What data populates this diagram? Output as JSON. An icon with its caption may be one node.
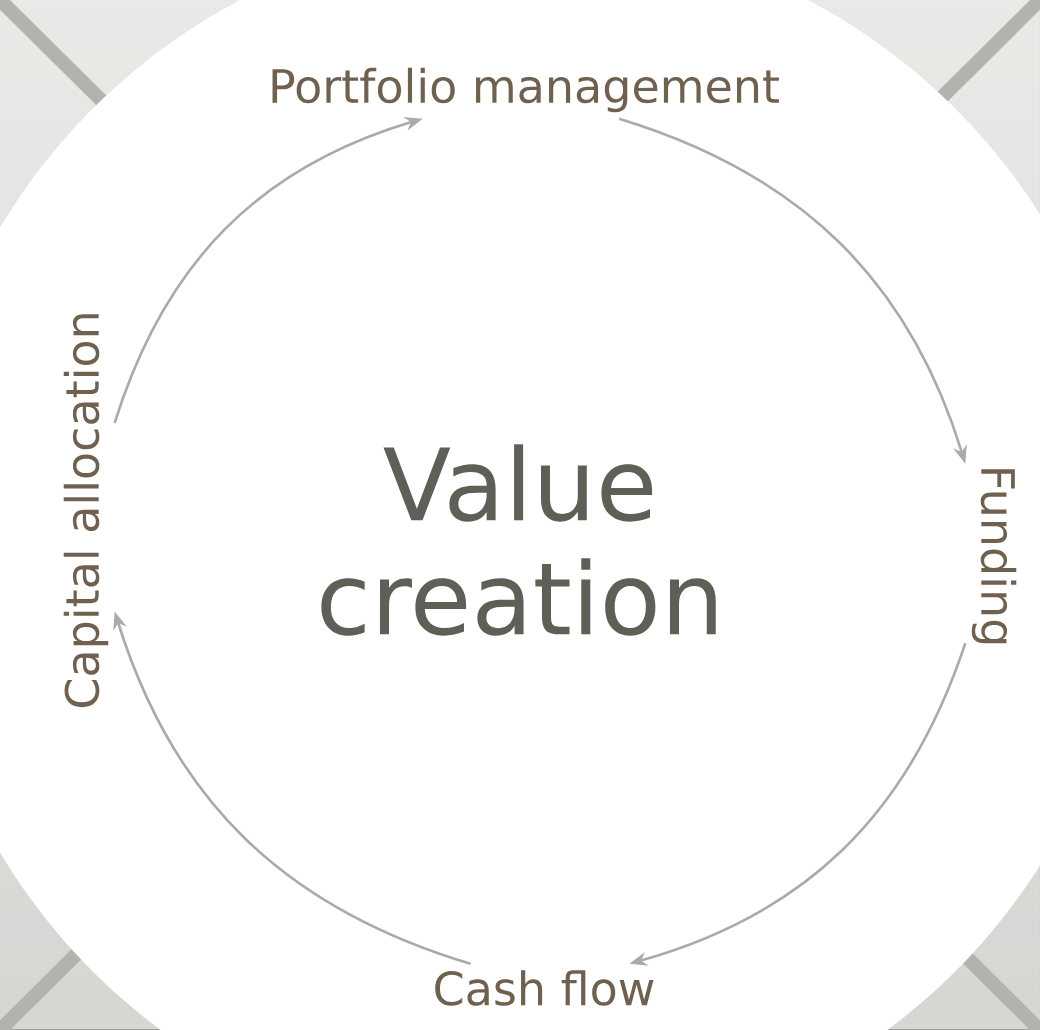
{
  "diagram": {
    "nodes": [
      {
        "text": [
          "Value creation"
        ]
      },
      {
        "text": [
          "Portfolio management"
        ]
      },
      {
        "text": [
          "Funding"
        ]
      },
      {
        "text": [
          "Cash flow"
        ]
      },
      {
        "text": [
          "Capital allocation"
        ]
      }
    ],
    "edges": [
      {
        "from": 1,
        "to": 2,
        "arrow": "to"
      },
      {
        "from": 2,
        "to": 3,
        "arrow": "to"
      },
      {
        "from": 3,
        "to": 4,
        "arrow": "to"
      },
      {
        "from": 4,
        "to": 1,
        "arrow": "to"
      }
    ]
  }
}
